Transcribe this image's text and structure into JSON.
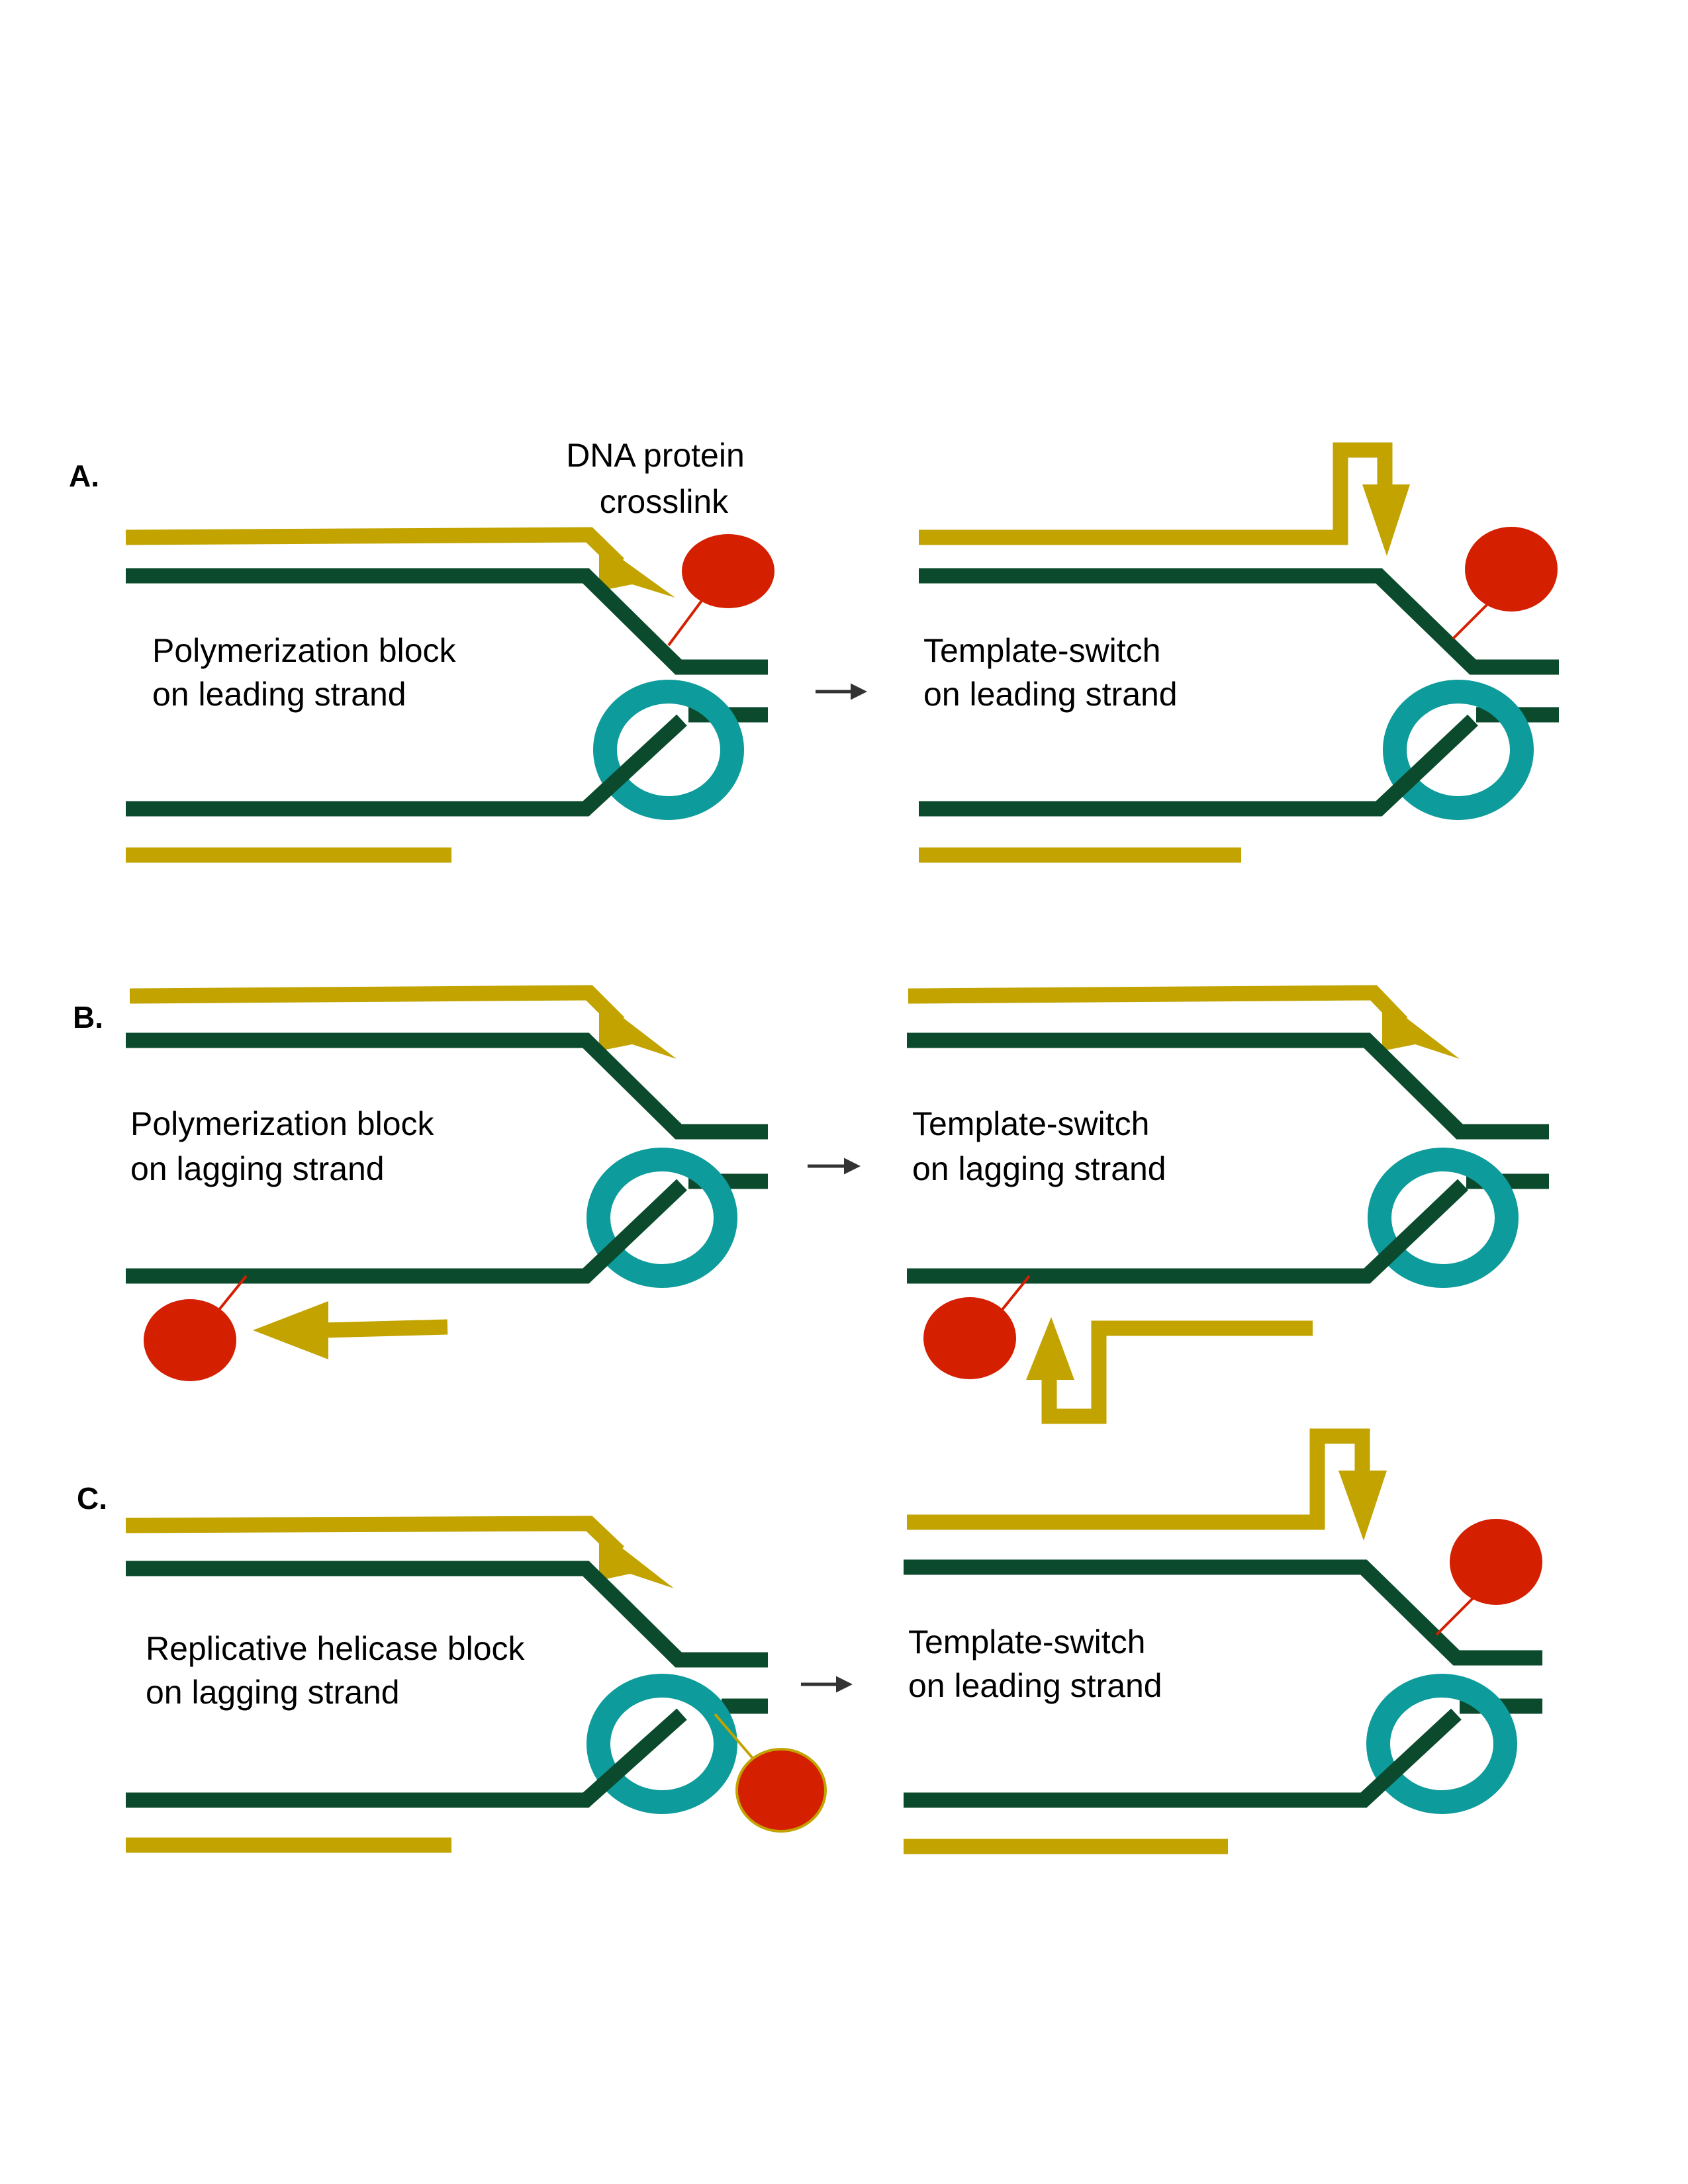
{
  "colors": {
    "dna_template": "#0b4a2c",
    "new_strand": "#c2a300",
    "helicase": "#0e9b9b",
    "protein": "#d41f00",
    "crosslink_line": "#d41f00",
    "arrow": "#333333"
  },
  "crosslink_label": [
    "DNA protein",
    "crosslink"
  ],
  "panels": [
    {
      "letter": "A.",
      "before": {
        "caption": [
          "Polymerization block",
          "on leading strand"
        ]
      },
      "after": {
        "caption": [
          "Template-switch",
          "on leading strand"
        ]
      }
    },
    {
      "letter": "B.",
      "before": {
        "caption": [
          "Polymerization block",
          "on lagging strand"
        ]
      },
      "after": {
        "caption": [
          "Template-switch",
          "on lagging strand"
        ]
      }
    },
    {
      "letter": "C.",
      "before": {
        "caption": [
          "Replicative helicase block",
          "on lagging strand"
        ]
      },
      "after": {
        "caption": [
          "Template-switch",
          "on leading strand"
        ]
      }
    }
  ],
  "icons": {
    "helicase": "helicase-ring-icon",
    "protein": "protein-blob-icon",
    "transition": "right-arrow-icon"
  }
}
